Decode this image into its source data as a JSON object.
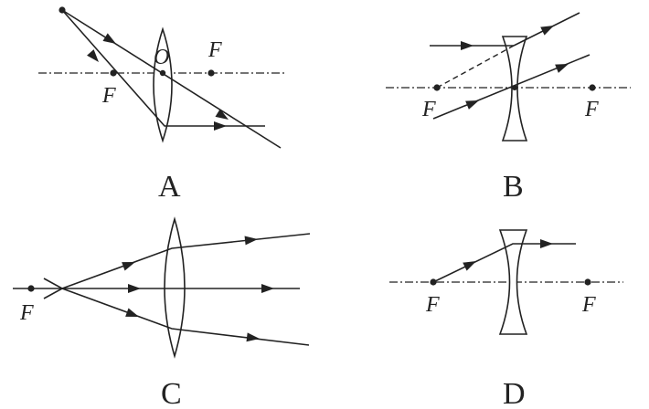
{
  "panels": {
    "A": {
      "caption": "A",
      "focus_left_label": "F",
      "focus_right_label": "F",
      "center_label": "O"
    },
    "B": {
      "caption": "B",
      "focus_left_label": "F",
      "focus_right_label": "F"
    },
    "C": {
      "caption": "C",
      "focus_label": "F"
    },
    "D": {
      "caption": "D",
      "focus_left_label": "F",
      "focus_right_label": "F"
    }
  }
}
